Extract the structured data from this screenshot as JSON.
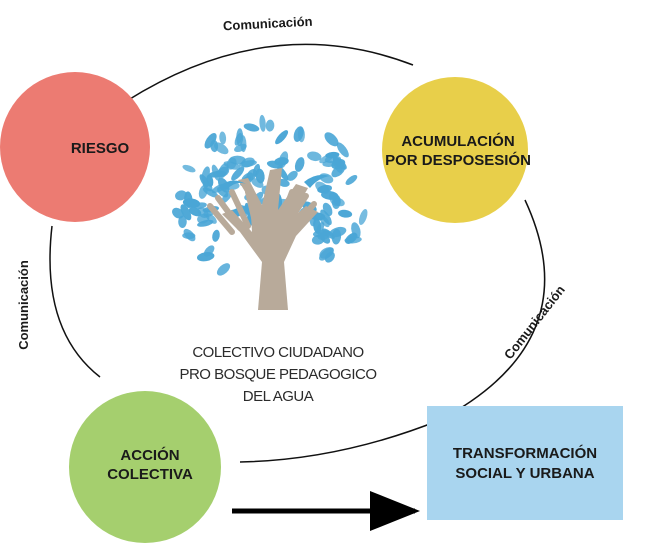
{
  "nodes": {
    "riesgo": {
      "label": "RIESGO",
      "color": "#ec7b72"
    },
    "acumulacion": {
      "line1": "ACUMULACIÓN",
      "line2": "POR DESPOSESIÓN",
      "color": "#e8cf4a"
    },
    "accion": {
      "line1": "ACCIÓN",
      "line2": "COLECTIVA",
      "color": "#a5cf6e"
    },
    "transformacion": {
      "line1": "TRANSFORMACIÓN",
      "line2": "SOCIAL Y URBANA",
      "color": "#a9d5ef"
    }
  },
  "links": {
    "top": "Comunicación",
    "left": "Comunicación",
    "right": "Comunicación"
  },
  "logo": {
    "line1": "COLECTIVO CIUDADANO",
    "line2": "PRO BOSQUE PEDAGOGICO",
    "line3": "DEL AGUA",
    "leaf_color": "#4aa6d6",
    "trunk_color": "#b8aa9a"
  }
}
